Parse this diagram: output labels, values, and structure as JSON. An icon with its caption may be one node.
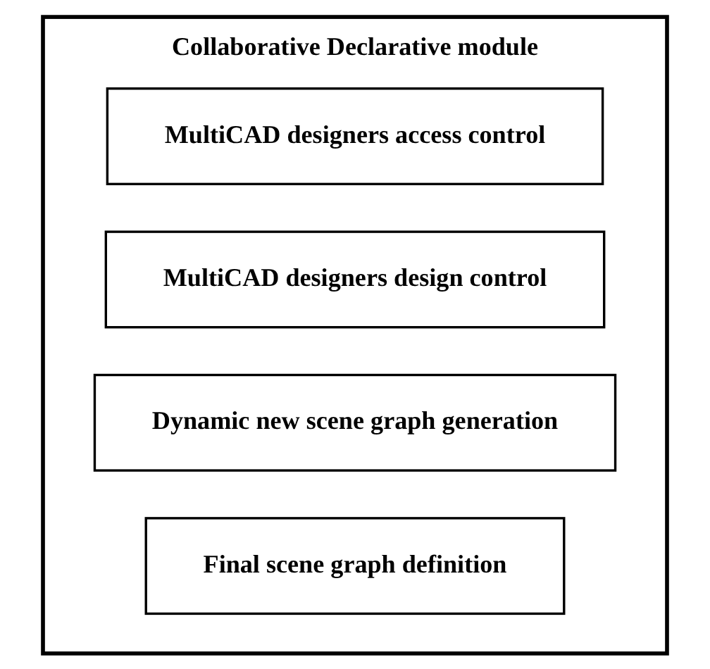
{
  "diagram": {
    "nodes": [
      {
        "text": [
          "Collaborative Declarative module"
        ]
      },
      {
        "text": [
          "MultiCAD designers access control"
        ],
        "in": 0
      },
      {
        "text": [
          "MultiCAD designers design control"
        ],
        "in": 0
      },
      {
        "text": [
          "Dynamic new scene graph generation"
        ],
        "in": 0
      },
      {
        "text": [
          "Final scene graph definition"
        ],
        "in": 0
      }
    ]
  }
}
